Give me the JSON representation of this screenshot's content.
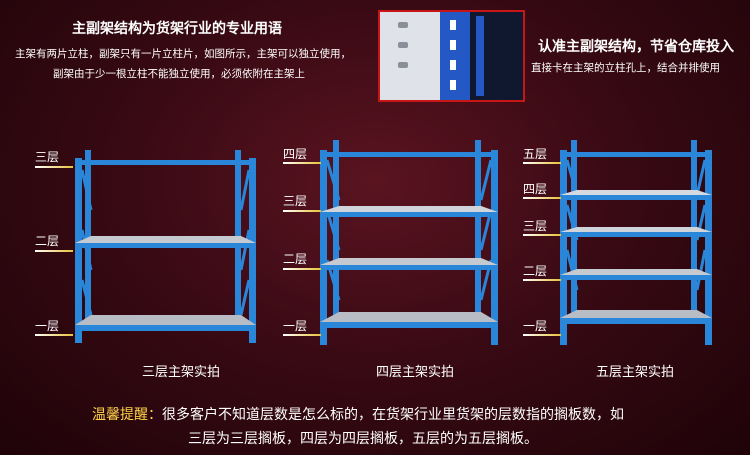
{
  "left_title": "主副架结构为货架行业的专业用语",
  "left_lines": [
    "主架有两片立柱，副架只有一片立柱片，如图所示，主架可以独立使用，",
    "副架由于少一根立柱不能独立使用，必须依附在主架上"
  ],
  "right_title": "认准主副架结构，节省仓库投入",
  "right_line": "直接卡在主架的立柱孔上，结合并排使用",
  "racks": [
    {
      "caption": "三层主架实拍",
      "levels": [
        "三层",
        "二层",
        "一层"
      ]
    },
    {
      "caption": "四层主架实拍",
      "levels": [
        "四层",
        "三层",
        "二层",
        "一层"
      ]
    },
    {
      "caption": "五层主架实拍",
      "levels": [
        "五层",
        "四层",
        "三层",
        "二层",
        "一层"
      ]
    }
  ],
  "tip_key": "温馨提醒：",
  "tip_line1": "很多客户不知道层数是怎么标的，在货架行业里货架的层数指的搁板数，如",
  "tip_line2": "三层为三层搁板，四层为四层搁板，五层的为五层搁板。",
  "colors": {
    "rack_blue": "#2a86d8",
    "shelf_gray": "#b8bcc4",
    "accent": "#ffd24a"
  }
}
